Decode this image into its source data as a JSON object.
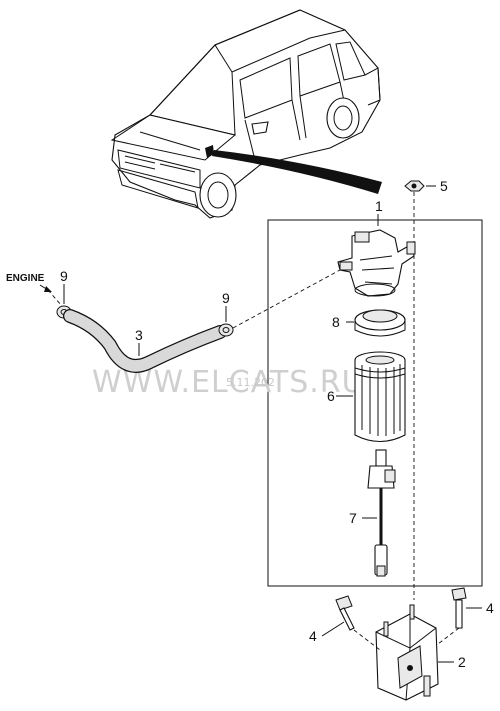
{
  "diagram": {
    "engine_label": "ENGINE",
    "watermark": "WWW.ELCATS.RU",
    "watermark_date": "5.11.202",
    "callouts": {
      "c1": "1",
      "c2": "2",
      "c3": "3",
      "c4a": "4",
      "c4b": "4",
      "c5": "5",
      "c6": "6",
      "c7": "7",
      "c8": "8",
      "c9a": "9",
      "c9b": "9"
    }
  }
}
